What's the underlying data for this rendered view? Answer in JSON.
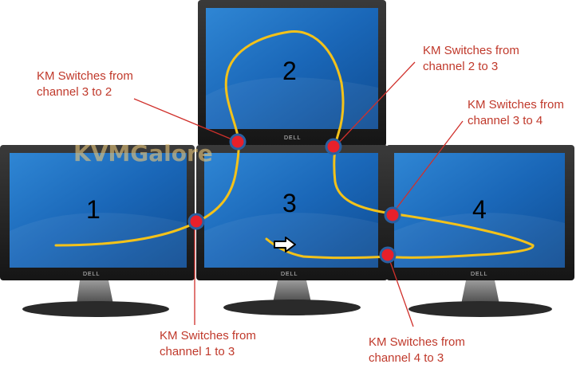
{
  "watermark": "KVMGalore",
  "monitor_brand": "DELL",
  "screens": [
    "1",
    "2",
    "3",
    "4"
  ],
  "annotations": {
    "a32": [
      "KM Switches from",
      "channel 3 to 2"
    ],
    "a23": [
      "KM Switches from",
      "channel 2 to 3"
    ],
    "a34": [
      "KM Switches from",
      "channel 3 to 4"
    ],
    "a13": [
      "KM Switches from",
      "channel 1 to 3"
    ],
    "a43": [
      "KM Switches from",
      "channel 4 to 3"
    ]
  },
  "colors": {
    "path": "#f3c21a",
    "annotation": "#c0392b",
    "switch_dot": "#e8202a",
    "screen": "#1c6fbe"
  },
  "icons": [
    "mouse-path",
    "switch-point",
    "cursor-arrow-icon"
  ]
}
